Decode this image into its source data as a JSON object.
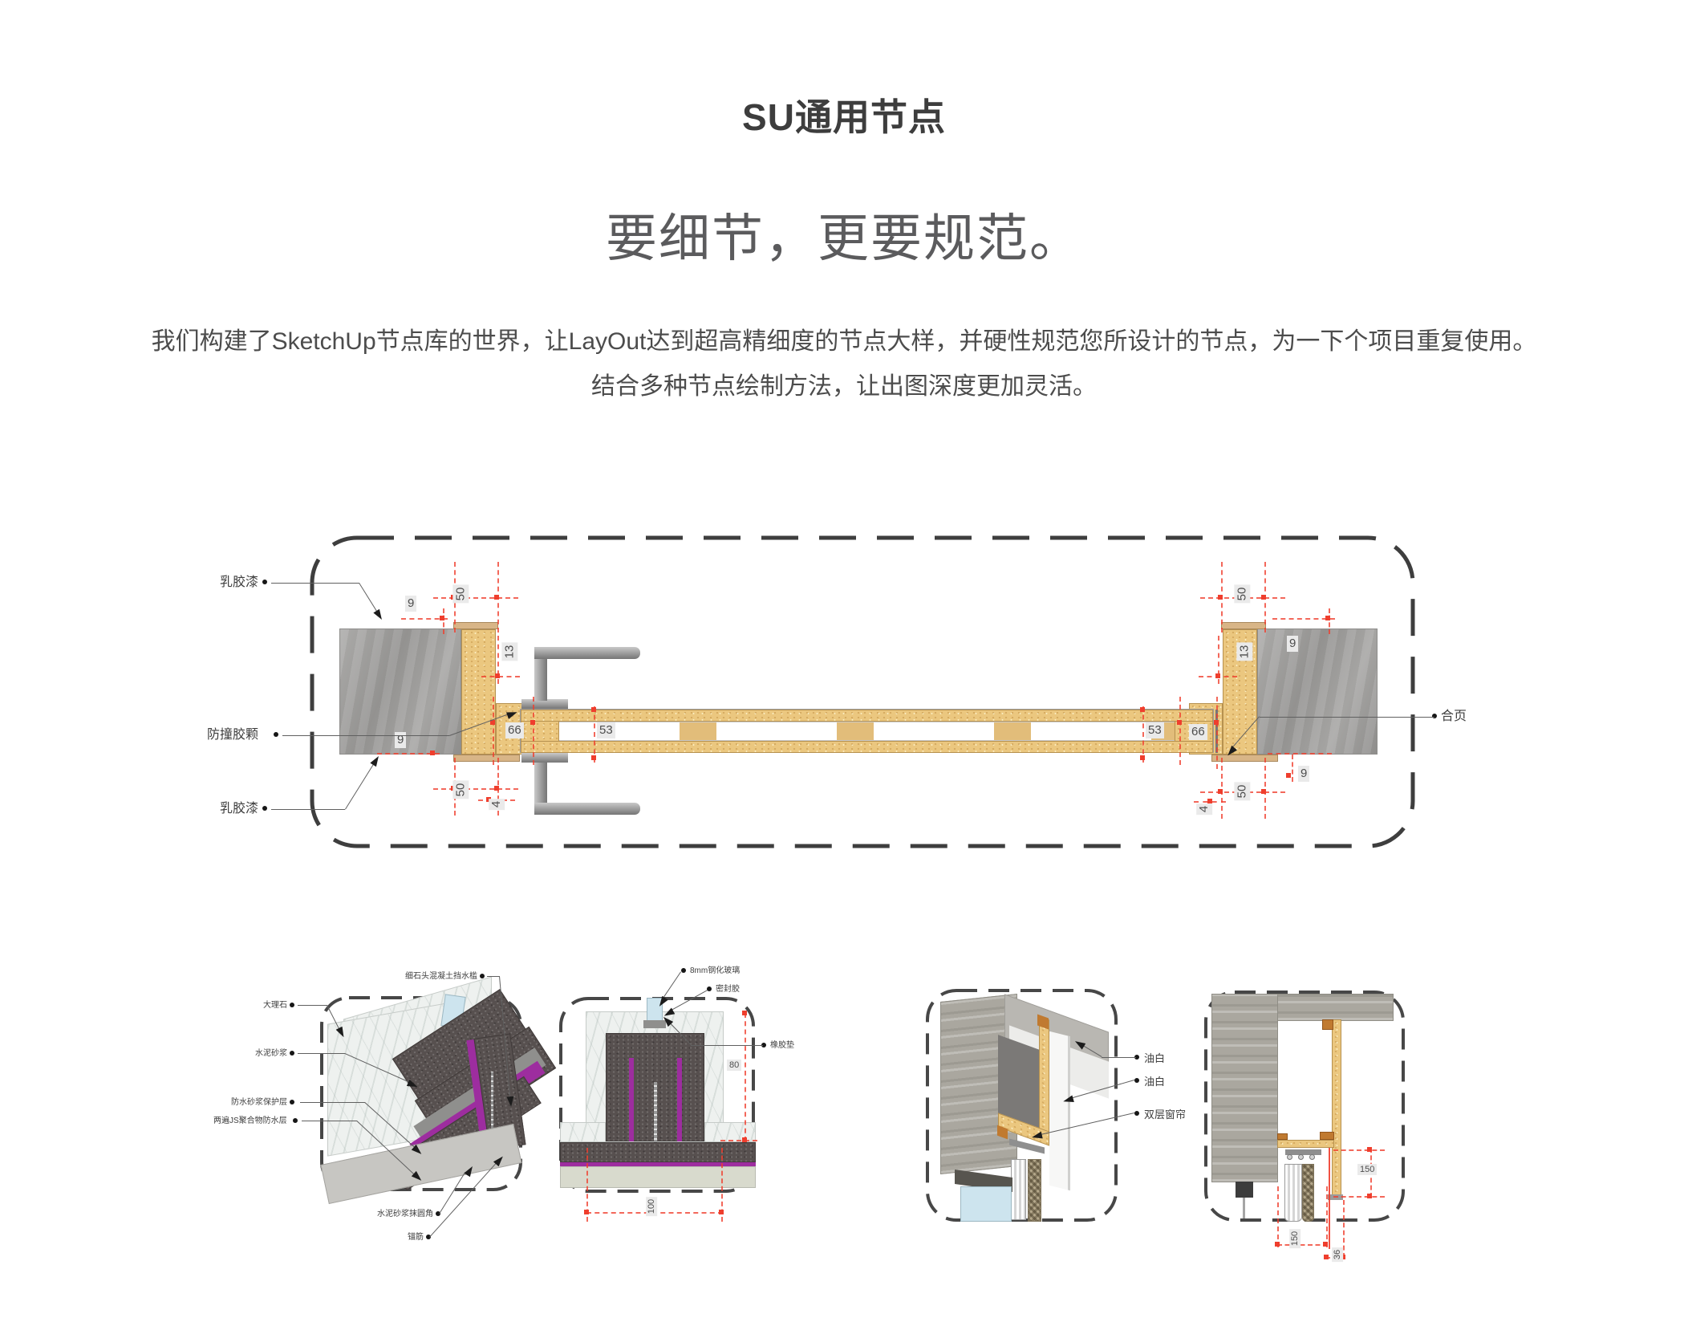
{
  "header": {
    "title": "SU通用节点",
    "headline": "要细节，更要规范。",
    "desc_line1": "我们构建了SketchUp节点库的世界，让LayOut达到超高精细度的节点大样，并硬性规范您所设计的节点，为一下个项目重复使用。",
    "desc_line2": "结合多种节点绘制方法，让出图深度更加灵活。"
  },
  "door_section": {
    "labels": {
      "paint_top": "乳胶漆",
      "bumper": "防撞胶颗",
      "paint_bottom": "乳胶漆",
      "hinge": "合页"
    },
    "dims_left": [
      "50",
      "9",
      "13",
      "66",
      "53",
      "9",
      "50",
      "4"
    ],
    "dims_right": [
      "50",
      "9",
      "13",
      "53",
      "66",
      "9",
      "50",
      "4"
    ]
  },
  "stone_detail": {
    "labels": {
      "curb": "细石头混凝土挡水槛",
      "marble": "大理石",
      "mortar": "水泥砂浆",
      "protective": "防水砂浆保护层",
      "waterproof": "两遍JS聚合物防水层",
      "fillet": "水泥砂浆抹圆角",
      "anchor": "锚筋"
    }
  },
  "glass_detail": {
    "labels": {
      "glass": "8mm钢化玻璃",
      "sealant": "密封胶",
      "rubber": "橡胶垫"
    },
    "dims": [
      "80",
      "100"
    ]
  },
  "curtain_iso_detail": {
    "labels": {
      "paint_a": "油白",
      "paint_b": "油白",
      "curtain": "双层窗帘"
    }
  },
  "curtain_section_detail": {
    "dims": [
      "150",
      "150",
      "36"
    ]
  },
  "colors": {
    "dim_red": "#ef3e2d",
    "wood": "#ebc77f",
    "concrete": "#a3a2a0",
    "membrane_purple": "#9d2d9f",
    "text_dark": "#3d3d3d"
  }
}
